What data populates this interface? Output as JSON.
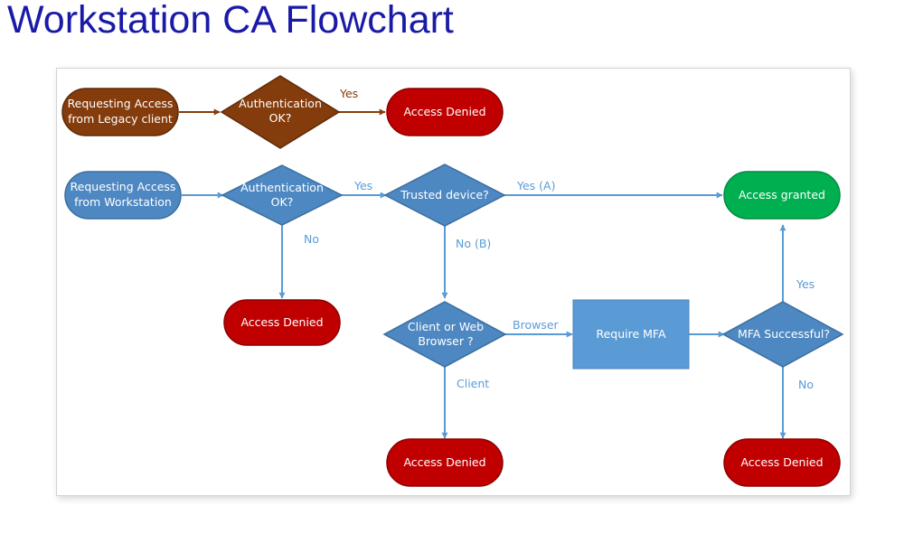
{
  "title": "Workstation CA Flowchart",
  "colors": {
    "title": "#1a1aa8",
    "legacy_fill": "#843c0c",
    "legacy_stroke": "#5e2a07",
    "blue_fill": "#4e88c2",
    "blue_stroke": "#3a6e9f",
    "mfa_box_fill": "#5b9bd5",
    "denied_fill": "#c00000",
    "denied_stroke": "#8b0000",
    "granted_fill": "#00b050",
    "granted_stroke": "#008a3e",
    "blue_arrow": "#5b9bd5",
    "brown_arrow": "#843c0c",
    "blue_edge_label": "#5b9bd5",
    "brown_edge_label": "#843c0c"
  },
  "nodes": {
    "legacy_start": [
      "Requesting Access",
      "from Legacy client"
    ],
    "legacy_auth": [
      "Authentication",
      "OK?"
    ],
    "legacy_denied": [
      "Access Denied"
    ],
    "ws_start": [
      "Requesting Access",
      "from Workstation"
    ],
    "ws_auth": [
      "Authentication",
      "OK?"
    ],
    "trusted": [
      "Trusted device?"
    ],
    "granted": [
      "Access granted"
    ],
    "auth_denied": [
      "Access Denied"
    ],
    "client_browser": [
      "Client or Web",
      "Browser ?"
    ],
    "require_mfa": [
      "Require MFA"
    ],
    "mfa_ok": [
      "MFA Successful?"
    ],
    "client_denied": [
      "Access Denied"
    ],
    "mfa_denied": [
      "Access Denied"
    ]
  },
  "edges": {
    "legacy_yes": "Yes",
    "ws_auth_yes": "Yes",
    "ws_auth_no": "No",
    "trusted_yes": "Yes (A)",
    "trusted_no": "No (B)",
    "browser": "Browser",
    "client": "Client",
    "mfa_yes": "Yes",
    "mfa_no": "No"
  }
}
